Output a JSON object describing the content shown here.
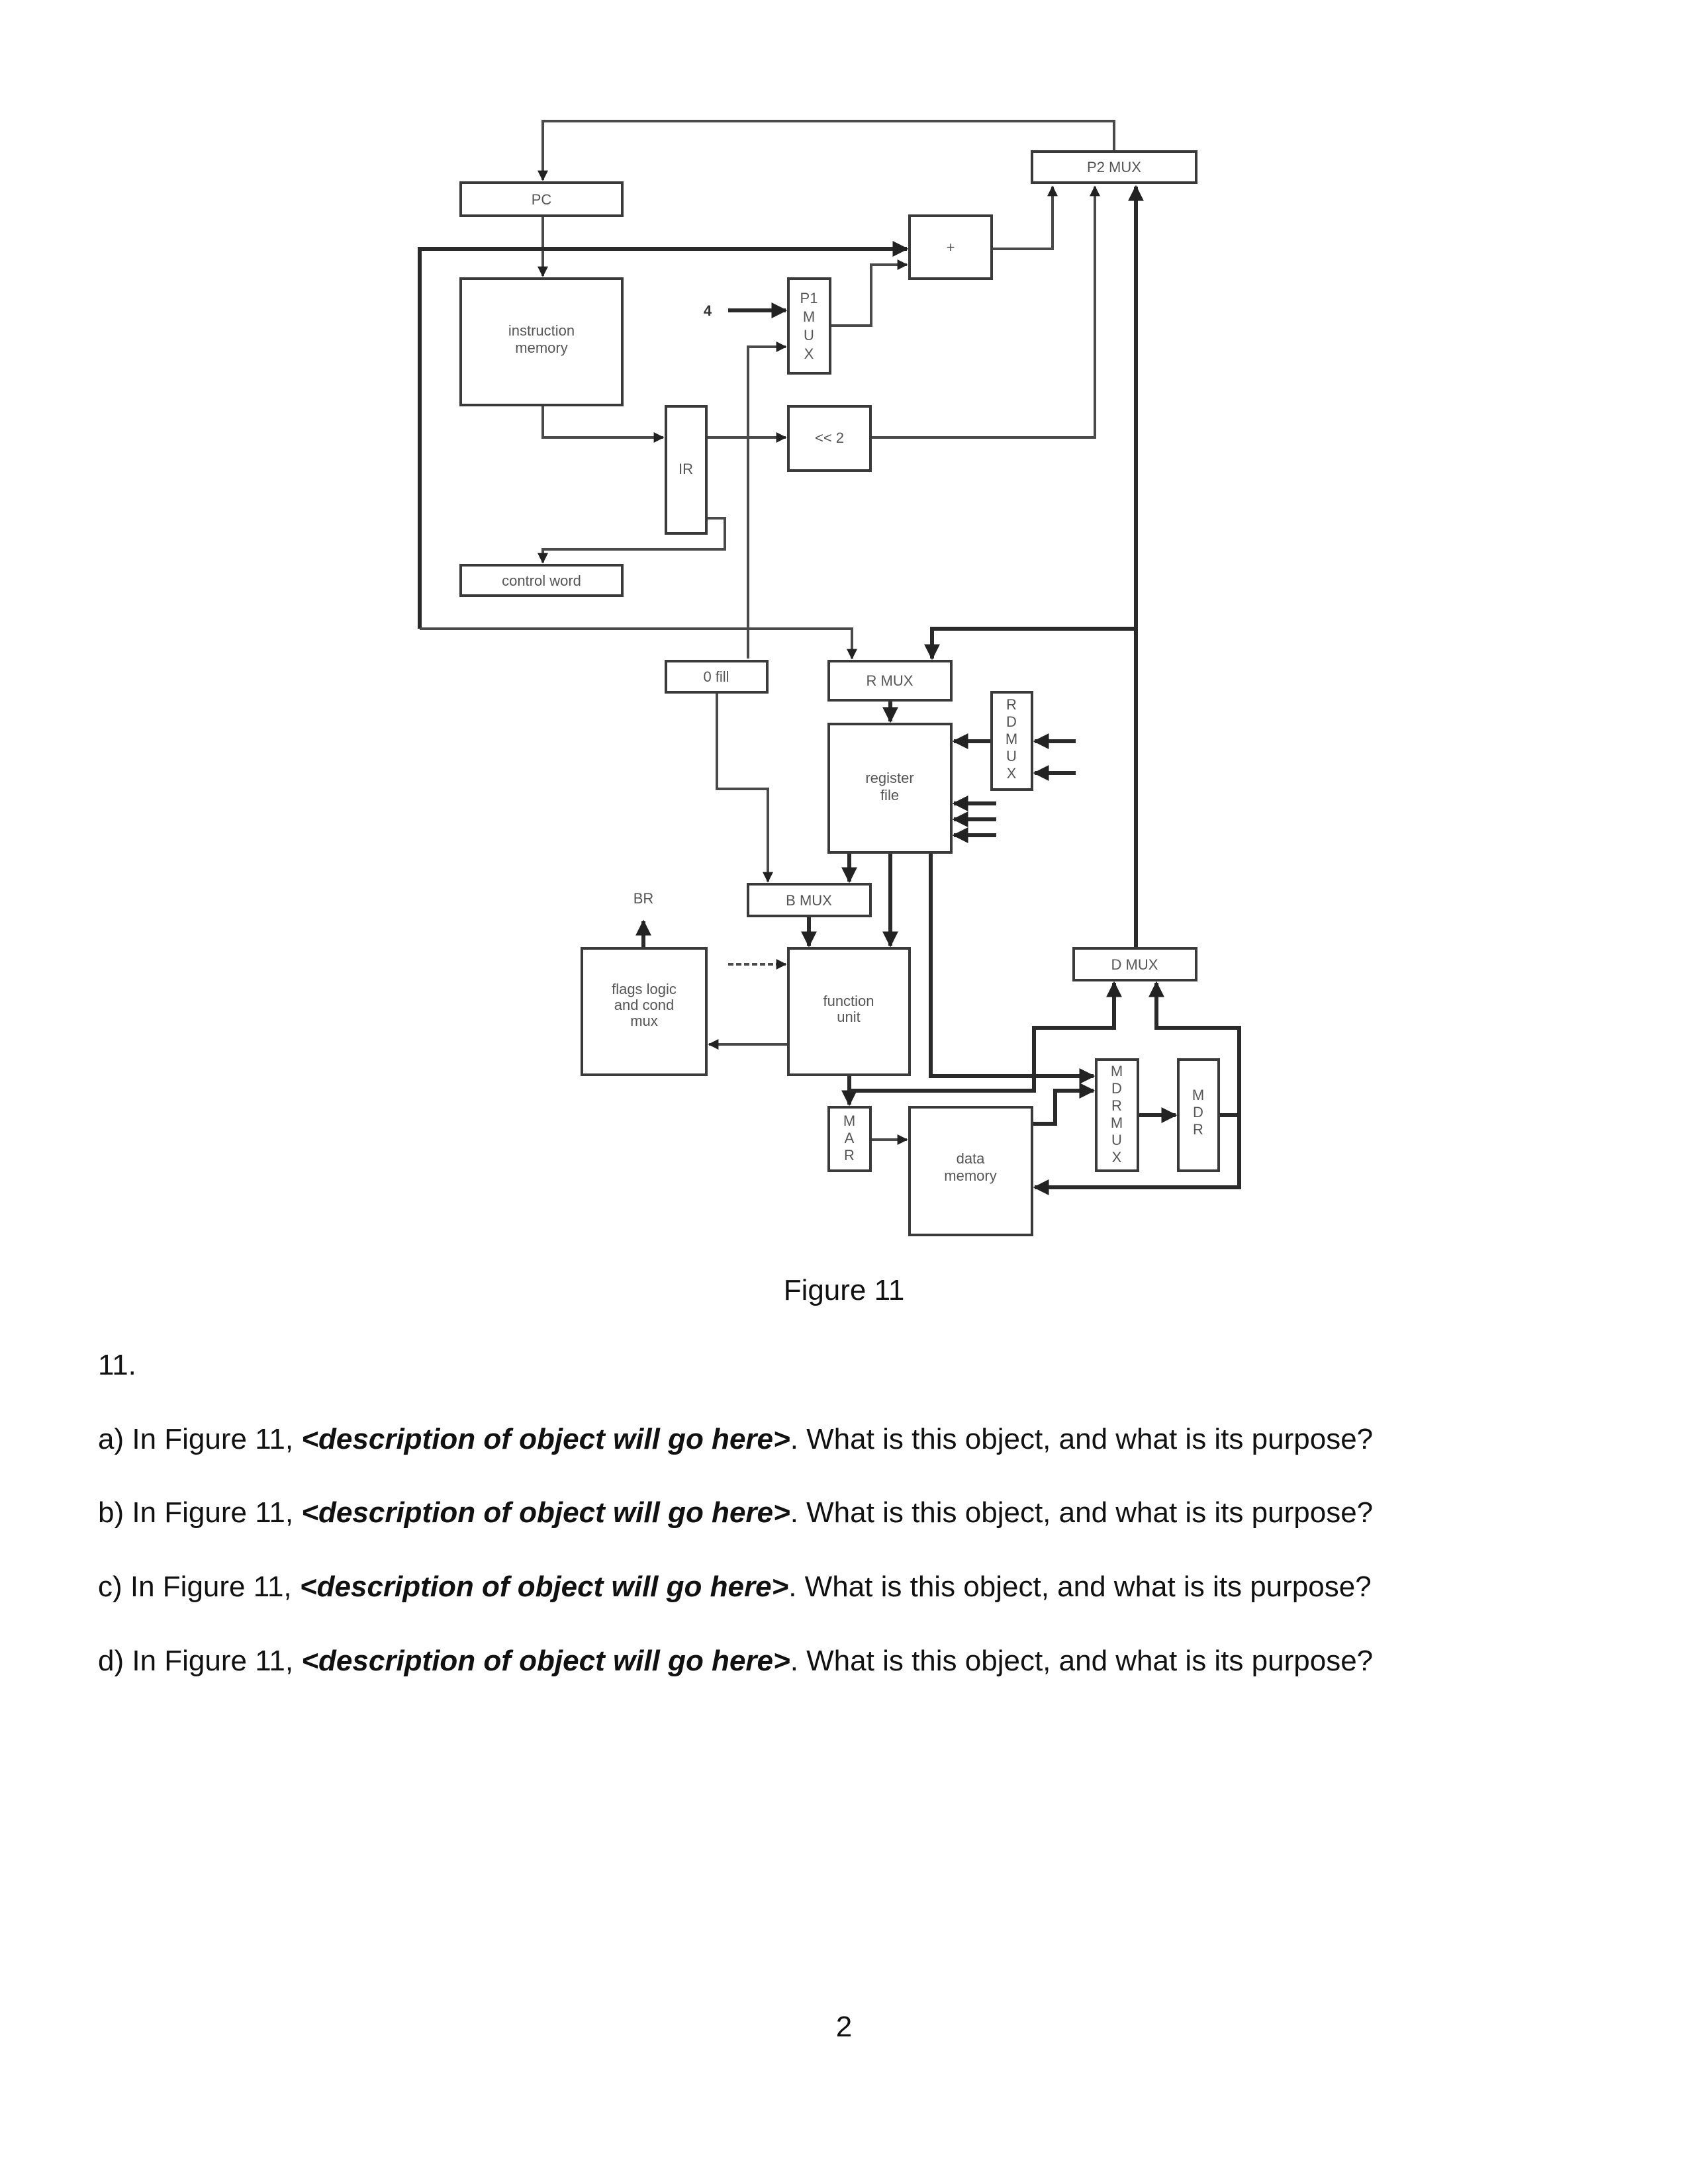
{
  "figure": {
    "caption": "Figure 11",
    "blocks": {
      "pc": "PC",
      "p2_mux": "P2 MUX",
      "instruction_memory": [
        "instruction",
        "memory"
      ],
      "adder": "+",
      "constant_four": "4",
      "p1_mux": [
        "P1",
        "M",
        "U",
        "X"
      ],
      "ir": "IR",
      "shift_left_2": "<< 2",
      "control_word": "control word",
      "zero_fill": "0 fill",
      "r_mux": "R MUX",
      "rd_mux": [
        "R",
        "D",
        "M",
        "U",
        "X"
      ],
      "register_file": [
        "register",
        "file"
      ],
      "b_mux": "B MUX",
      "br": "BR",
      "flags_logic": [
        "flags logic",
        "and cond",
        "mux"
      ],
      "function_unit": [
        "function",
        "unit"
      ],
      "d_mux": "D MUX",
      "mar": [
        "M",
        "A",
        "R"
      ],
      "data_memory": [
        "data",
        "memory"
      ],
      "mdr_mux": [
        "M",
        "D",
        "R",
        "M",
        "U",
        "X"
      ],
      "mdr": [
        "M",
        "D",
        "R"
      ]
    }
  },
  "question": {
    "number": "11.",
    "items": [
      {
        "prefix": "a) In Figure 11, ",
        "placeholder": "<description of object will go here>",
        "suffix": ".  What is this object, and what is its purpose?"
      },
      {
        "prefix": "b) In Figure 11, ",
        "placeholder": "<description of object will go here>",
        "suffix": ".  What is this object, and what is its purpose?"
      },
      {
        "prefix": "c) In Figure 11, ",
        "placeholder": "<description of object will go here>",
        "suffix": ".  What is this object, and what is its purpose?"
      },
      {
        "prefix": "d) In Figure 11, ",
        "placeholder": "<description of object will go here>",
        "suffix": ".  What is this object, and what is its purpose?"
      }
    ]
  },
  "page_number": "2"
}
